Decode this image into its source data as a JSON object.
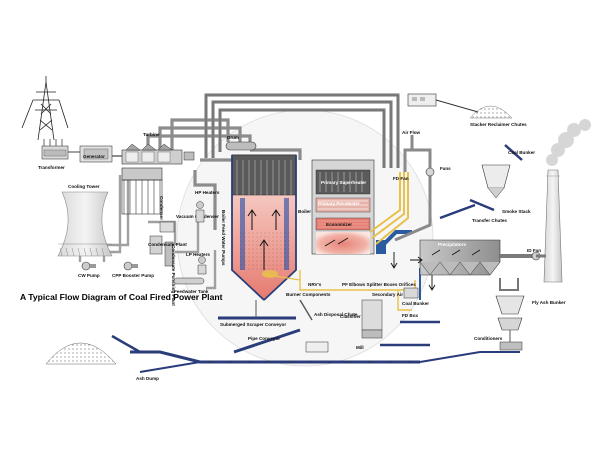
{
  "title": "A Typical Flow Diagram of Coal Fired Power Plant",
  "labels": {
    "transformer": "Transformer",
    "generator": "Generator",
    "turbine": "Turbine",
    "cooling_tower": "Cooling Tower",
    "condenser": "Condenser",
    "drum": "Drum",
    "hp_heaters": "HP Heaters",
    "vacuum_condenser": "Vacuum Condenser",
    "condensate_plant": "Condensate Plant",
    "condensate_polishing_plant": "Condensate Polishing Plant",
    "cw_pump": "CW Pump",
    "cpp_booster_pump": "CPP Booster Pump",
    "lp_heaters": "LP Heaters",
    "feedwater_tank": "Feedwater Tank",
    "boiler_feed_water_pumps": "Boiler Feed Water Pumps",
    "boiler": "Boiler",
    "primary_superheater": "Primary Superheater",
    "primary_pre_heater": "Primary Pre-Heater",
    "economizer": "Economizer",
    "air_flow": "Air Flow",
    "fd_fan": "FD Fan",
    "fans": "Fans",
    "precipitators": "Precipitators",
    "id_fan": "ID Fan",
    "stacker_reclaimer_chutes": "Stacker Reclaimer Chutes",
    "coal_bunker": "Coal Bunker",
    "smoke_stack": "Smoke Stack",
    "transfer_chutes": "Transfer Chutes",
    "nrvs": "NRV's",
    "burner_components": "Burner Components",
    "pf_elbows": "PF Elbows Splitter Boxes Orifices",
    "secondary_air_heater": "Secondary Air Heater",
    "coal_bunker_2": "Coal Bunker",
    "fd_box": "FD Box",
    "submerged_scraper_conveyor": "Submerged Scraper Conveyor",
    "ash_disposal_chute": "Ash Disposal Chute",
    "classifier": "Classifier",
    "mill": "Mill",
    "pipe_conveyor": "Pipe Conveyor",
    "ash_dump": "Ash Dump",
    "conditioners": "Conditioners",
    "fly_ash_bunker": "Fly Ash Bunker"
  },
  "colors": {
    "pipe": "#8c8c8c",
    "pipe_dark": "#3a3a3a",
    "fire_red": "#e8847a",
    "fire_pale": "#f8d9d2",
    "blue": "#2a3d7a",
    "yellow": "#e8c14a",
    "gray_panel": "#9a9a9a",
    "dark_panel": "#505050"
  }
}
